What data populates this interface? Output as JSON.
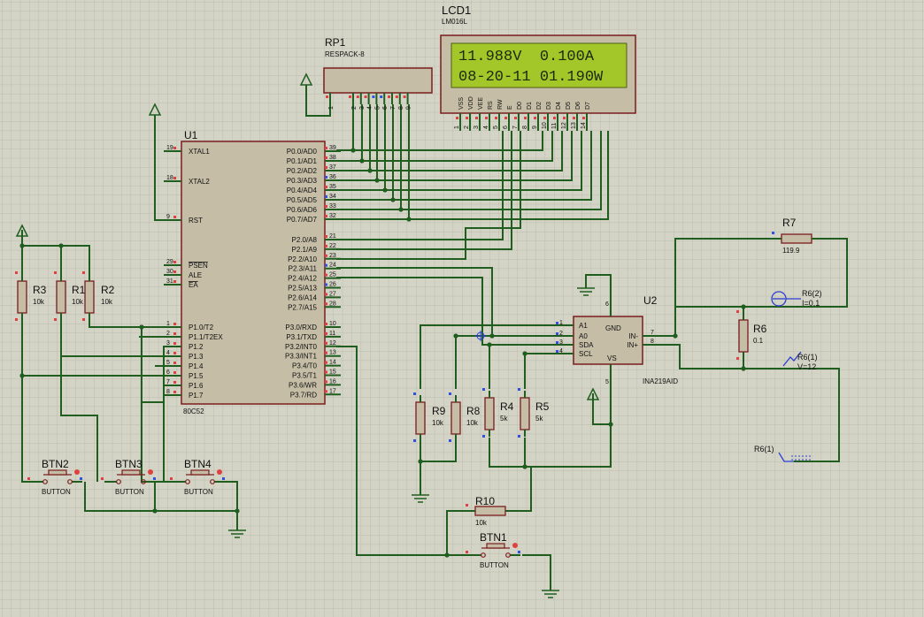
{
  "colors": {
    "background": "#d4d4c6",
    "grid": "#bcbcae",
    "wire": "#1f5e1f",
    "component_fill": "#c5bda6",
    "component_stroke": "#7a1d1d",
    "lcd_screen": "#a3c728",
    "lcd_text": "#1a2a10",
    "pin_red": "#e04040",
    "pin_blue": "#3050e0",
    "probe_blue": "#2a3fd0"
  },
  "lcd": {
    "ref": "LCD1",
    "part": "LM016L",
    "line1": "11.988V  0.100A",
    "line2": "08-20-11 01.190W",
    "pin_names": [
      "VSS",
      "VDD",
      "VEE",
      "RS",
      "RW",
      "E",
      "D0",
      "D1",
      "D2",
      "D3",
      "D4",
      "D5",
      "D6",
      "D7"
    ],
    "pin_numbers": [
      "1",
      "2",
      "3",
      "4",
      "5",
      "6",
      "7",
      "8",
      "9",
      "10",
      "11",
      "12",
      "13",
      "14"
    ]
  },
  "rp1": {
    "ref": "RP1",
    "part": "RESPACK-8",
    "pins": [
      "1",
      "2",
      "3",
      "4",
      "5",
      "6",
      "7",
      "8",
      "9"
    ]
  },
  "u1": {
    "ref": "U1",
    "part": "80C52",
    "left_pins": [
      {
        "num": "19",
        "name": "XTAL1"
      },
      {
        "num": "18",
        "name": "XTAL2"
      },
      {
        "num": "9",
        "name": "RST"
      },
      {
        "num": "29",
        "name": "PSEN"
      },
      {
        "num": "30",
        "name": "ALE"
      },
      {
        "num": "31",
        "name": "EA"
      },
      {
        "num": "1",
        "name": "P1.0/T2"
      },
      {
        "num": "2",
        "name": "P1.1/T2EX"
      },
      {
        "num": "3",
        "name": "P1.2"
      },
      {
        "num": "4",
        "name": "P1.3"
      },
      {
        "num": "5",
        "name": "P1.4"
      },
      {
        "num": "6",
        "name": "P1.5"
      },
      {
        "num": "7",
        "name": "P1.6"
      },
      {
        "num": "8",
        "name": "P1.7"
      }
    ],
    "right_pins": [
      {
        "num": "39",
        "name": "P0.0/AD0"
      },
      {
        "num": "38",
        "name": "P0.1/AD1"
      },
      {
        "num": "37",
        "name": "P0.2/AD2"
      },
      {
        "num": "36",
        "name": "P0.3/AD3"
      },
      {
        "num": "35",
        "name": "P0.4/AD4"
      },
      {
        "num": "34",
        "name": "P0.5/AD5"
      },
      {
        "num": "33",
        "name": "P0.6/AD6"
      },
      {
        "num": "32",
        "name": "P0.7/AD7"
      },
      {
        "num": "21",
        "name": "P2.0/A8"
      },
      {
        "num": "22",
        "name": "P2.1/A9"
      },
      {
        "num": "23",
        "name": "P2.2/A10"
      },
      {
        "num": "24",
        "name": "P2.3/A11"
      },
      {
        "num": "25",
        "name": "P2.4/A12"
      },
      {
        "num": "26",
        "name": "P2.5/A13"
      },
      {
        "num": "27",
        "name": "P2.6/A14"
      },
      {
        "num": "28",
        "name": "P2.7/A15"
      },
      {
        "num": "10",
        "name": "P3.0/RXD"
      },
      {
        "num": "11",
        "name": "P3.1/TXD"
      },
      {
        "num": "12",
        "name": "P3.2/INT0"
      },
      {
        "num": "13",
        "name": "P3.3/INT1"
      },
      {
        "num": "14",
        "name": "P3.4/T0"
      },
      {
        "num": "15",
        "name": "P3.5/T1"
      },
      {
        "num": "16",
        "name": "P3.6/WR"
      },
      {
        "num": "17",
        "name": "P3.7/RD"
      }
    ]
  },
  "u2": {
    "ref": "U2",
    "part": "INA219AID",
    "left_pins": [
      {
        "num": "1",
        "name": "A1"
      },
      {
        "num": "2",
        "name": "A0"
      },
      {
        "num": "3",
        "name": "SDA"
      },
      {
        "num": "4",
        "name": "SCL"
      }
    ],
    "right_pins": [
      {
        "num": "7",
        "name": "IN-"
      },
      {
        "num": "8",
        "name": "IN+"
      }
    ],
    "inner_labels": {
      "gnd": "GND",
      "vs": "VS"
    },
    "gnd_pin": "6",
    "vs_pin": "5"
  },
  "resistors": [
    {
      "ref": "R3",
      "value": "10k"
    },
    {
      "ref": "R1",
      "value": "10k"
    },
    {
      "ref": "R2",
      "value": "10k"
    },
    {
      "ref": "R9",
      "value": "10k"
    },
    {
      "ref": "R8",
      "value": "10k"
    },
    {
      "ref": "R4",
      "value": "5k"
    },
    {
      "ref": "R5",
      "value": "5k"
    },
    {
      "ref": "R6",
      "value": "0.1"
    },
    {
      "ref": "R7",
      "value": "119.9"
    },
    {
      "ref": "R10",
      "value": "10k"
    }
  ],
  "buttons": [
    {
      "ref": "BTN2",
      "label": "BUTTON"
    },
    {
      "ref": "BTN3",
      "label": "BUTTON"
    },
    {
      "ref": "BTN4",
      "label": "BUTTON"
    },
    {
      "ref": "BTN1",
      "label": "BUTTON"
    }
  ],
  "probes": {
    "current": {
      "name": "R6(2)",
      "value": "I=0.1"
    },
    "voltage": {
      "name": "R6(1)",
      "value": "V=12"
    },
    "generator": {
      "name": "R6(1)"
    }
  }
}
